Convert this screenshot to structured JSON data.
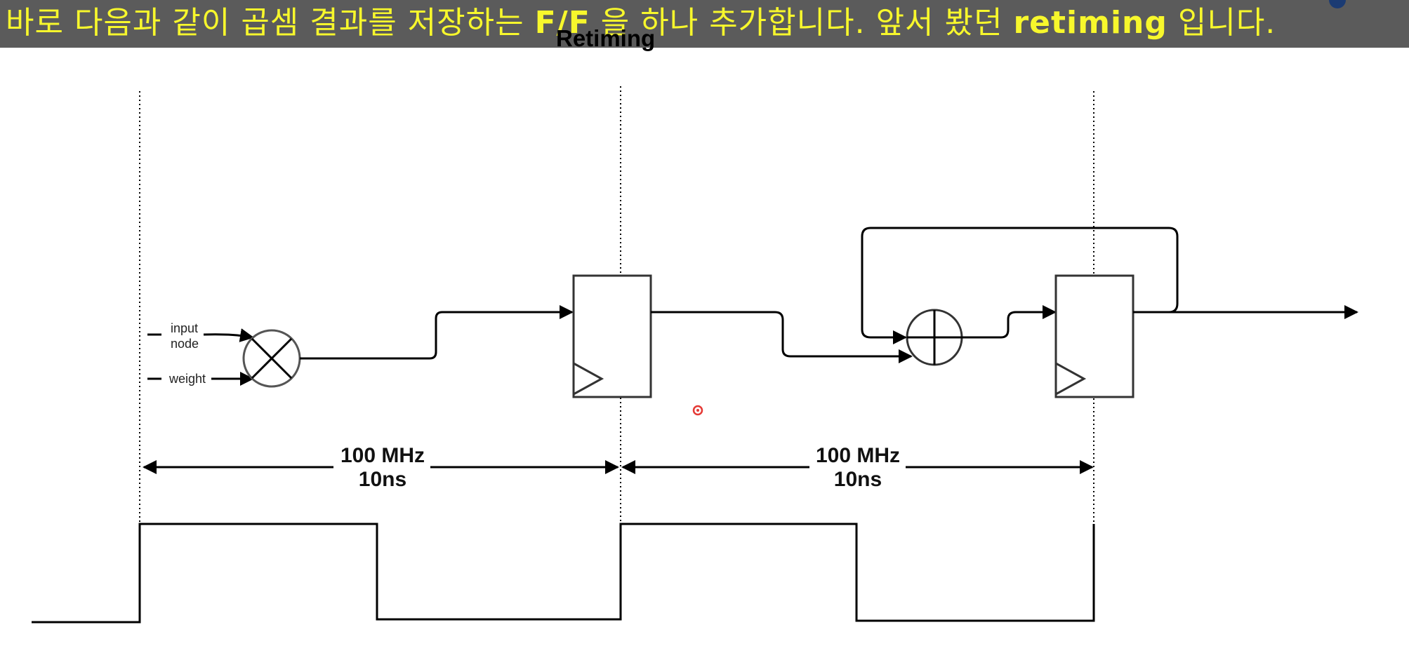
{
  "subtitle": {
    "part1": "바로 다음과 같이 곱셈 결과를 저장하는 ",
    "ff": "F/F",
    "part2": " 을 하나 추가합니다. 앞서 봤던 ",
    "retiming": "retiming",
    "part3": " 입니다."
  },
  "diagram": {
    "title": "Retiming",
    "inputs": {
      "input_node_line1": "input",
      "input_node_line2": "node",
      "weight": "weight"
    },
    "periods": [
      {
        "freq": "100 MHz",
        "time": "10ns"
      },
      {
        "freq": "100 MHz",
        "time": "10ns"
      }
    ],
    "components": [
      "multiplier-icon",
      "flip-flop-1",
      "adder-icon",
      "flip-flop-2"
    ],
    "colors": {
      "subtitle_bg": "#5b5b5b",
      "subtitle_text": "#f7f72c",
      "line": "#000000",
      "cursor": "#e53935"
    }
  }
}
